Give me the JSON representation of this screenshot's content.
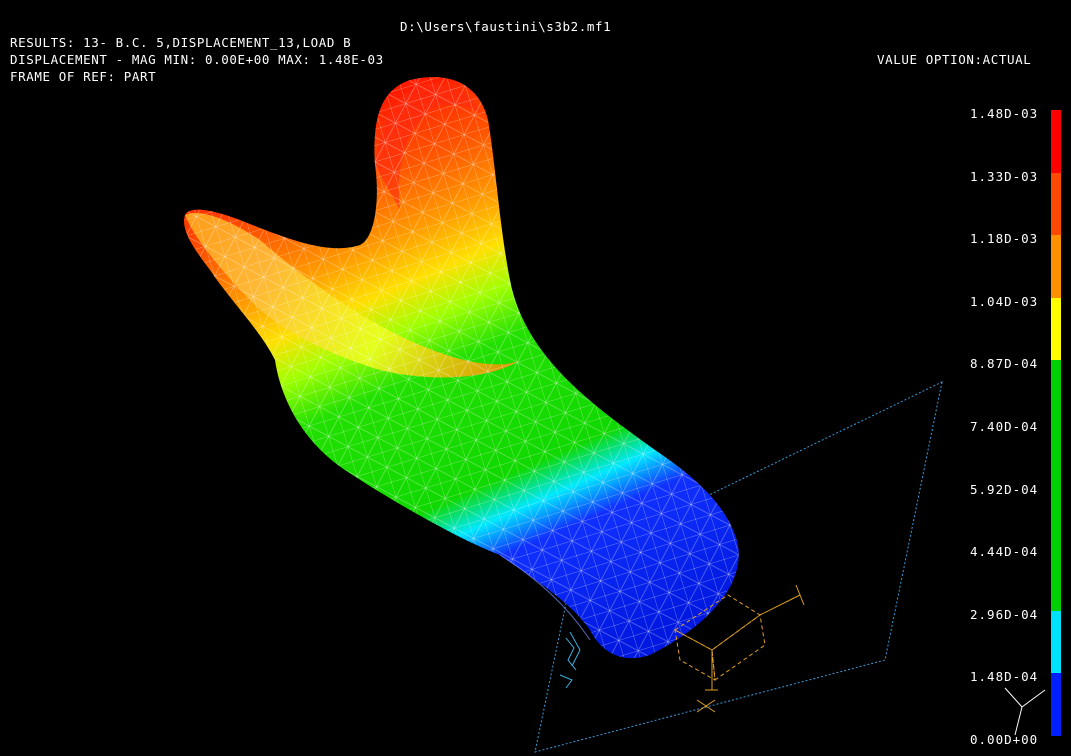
{
  "header": {
    "file_path": "D:\\Users\\faustini\\s3b2.mf1",
    "results": "RESULTS: 13- B.C. 5,DISPLACEMENT_13,LOAD B",
    "displacement": "DISPLACEMENT - MAG MIN: 0.00E+00 MAX: 1.48E-03",
    "frame_of_ref": "FRAME OF REF: PART",
    "value_option": "VALUE OPTION:ACTUAL"
  },
  "legend": {
    "labels": [
      "1.48D-03",
      "1.33D-03",
      "1.18D-03",
      "1.04D-03",
      "8.87D-04",
      "7.40D-04",
      "5.92D-04",
      "4.44D-04",
      "2.96D-04",
      "1.48D-04",
      "0.00D+00"
    ],
    "colors": [
      "#ff0000",
      "#ff4800",
      "#ff9000",
      "#ffff00",
      "#00d000",
      "#00d000",
      "#00d000",
      "#00d000",
      "#00e0ff",
      "#0020ff"
    ]
  },
  "colors": {
    "background": "#000000",
    "text": "#ffffff",
    "plane": "#3a9bd8",
    "triad": "#e0a020"
  },
  "icons": {
    "model": "fem-mesh-model",
    "load_triad": "load-triad-icon",
    "view_axes": "view-axes-icon"
  }
}
